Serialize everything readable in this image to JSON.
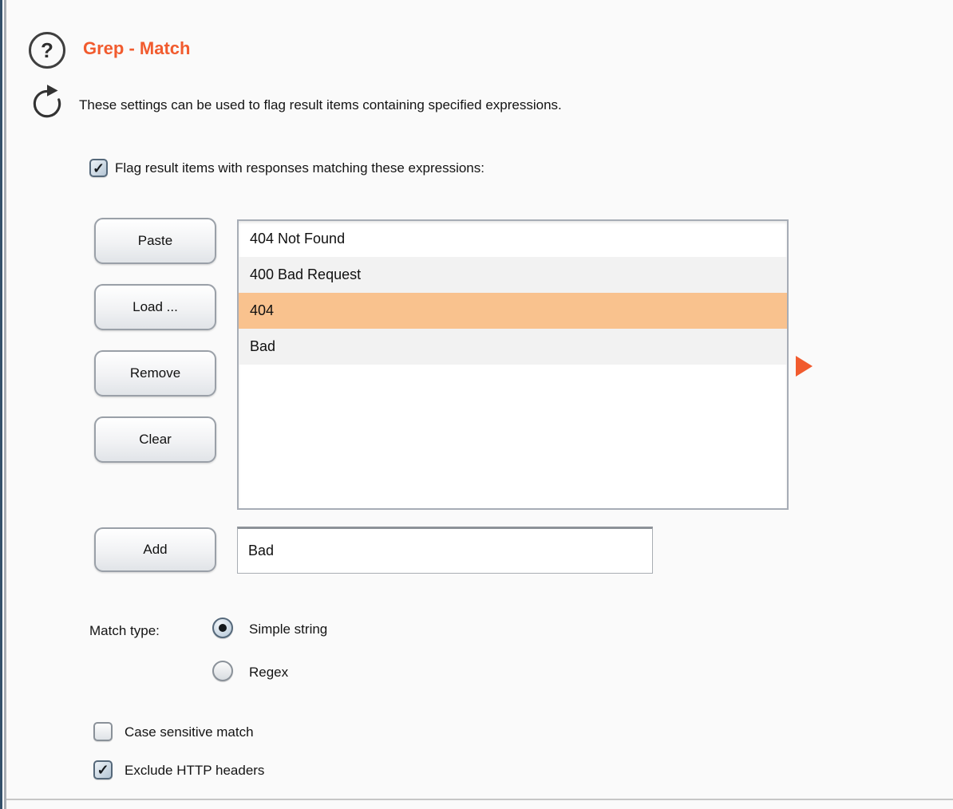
{
  "panel": {
    "title": "Grep - Match",
    "description": "These settings can be used to flag result items containing specified expressions.",
    "icons": {
      "help_glyph": "?",
      "check_glyph": "✓",
      "help_name": "question-mark-circle",
      "refresh_name": "circular-arrow",
      "marker_name": "orange-right-triangle"
    },
    "colors": {
      "accent_orange": "#f15b2e",
      "selected_row": "#f9c28e",
      "row_alt": "#f2f2f2"
    }
  },
  "flag_checkbox": {
    "label": "Flag result items with responses matching these expressions:",
    "checked": true
  },
  "buttons": {
    "paste": "Paste",
    "load": "Load ...",
    "remove": "Remove",
    "clear": "Clear",
    "add": "Add"
  },
  "expression_list": {
    "items": [
      {
        "text": "404 Not Found",
        "selected": false
      },
      {
        "text": "400 Bad Request",
        "selected": false
      },
      {
        "text": "404",
        "selected": true
      },
      {
        "text": "Bad",
        "selected": false
      }
    ]
  },
  "add_row": {
    "value": "Bad"
  },
  "match_type": {
    "label": "Match type:",
    "options": [
      {
        "label": "Simple string",
        "selected": true
      },
      {
        "label": "Regex",
        "selected": false
      }
    ]
  },
  "options": [
    {
      "label": "Case sensitive match",
      "checked": false
    },
    {
      "label": "Exclude HTTP headers",
      "checked": true
    }
  ]
}
